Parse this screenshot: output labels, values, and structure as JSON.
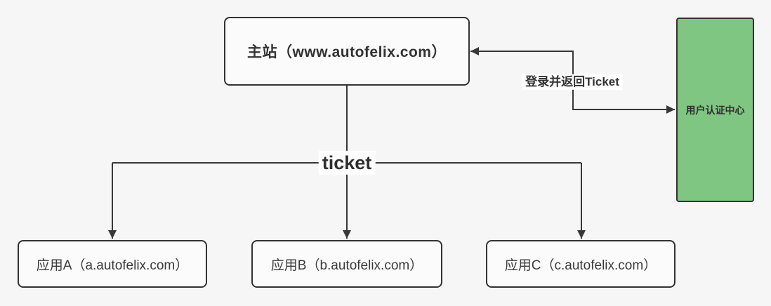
{
  "diagram": {
    "background_color": "#f6f6f6",
    "line_color": "#383838",
    "label_background": "#ffffff",
    "nodes": {
      "main_site": {
        "label": "主站（www.autofelix.com）",
        "fill": "#fbfbfb",
        "border": "#333333"
      },
      "auth_center": {
        "label": "用户认证中心",
        "fill": "#7ec681",
        "border": "#333333"
      },
      "app_a": {
        "label": "应用A（a.autofelix.com）",
        "fill": "#fbfbfb",
        "border": "#333333"
      },
      "app_b": {
        "label": "应用B（b.autofelix.com）",
        "fill": "#fbfbfb",
        "border": "#333333"
      },
      "app_c": {
        "label": "应用C（c.autofelix.com）",
        "fill": "#fbfbfb",
        "border": "#333333"
      }
    },
    "edges": {
      "login": {
        "label": "登录并返回Ticket"
      },
      "ticket": {
        "label": "ticket"
      }
    }
  }
}
